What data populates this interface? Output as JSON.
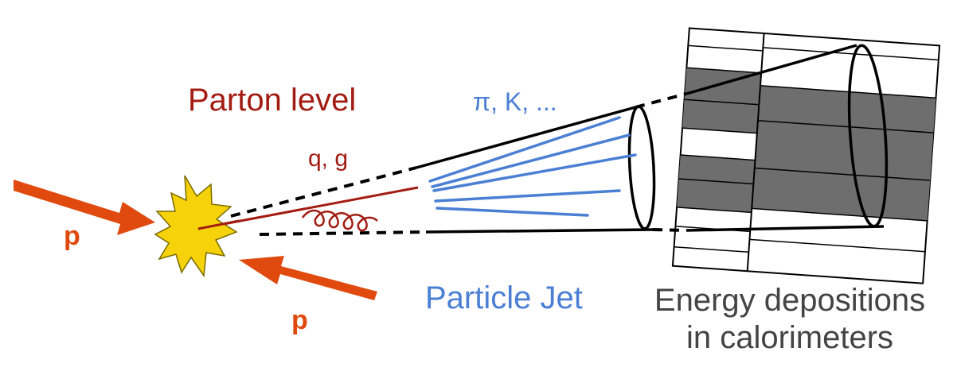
{
  "labels": {
    "parton_level": "Parton level",
    "quark_gluon": "q, g",
    "hadrons": "π, K, ...",
    "proton_left": "p",
    "proton_right": "p",
    "particle_jet": "Particle Jet",
    "energy_line1": "Energy depositions",
    "energy_line2": "in calorimeters"
  },
  "colors": {
    "parton": "#a31c12",
    "particle": "#4a7fd4",
    "proton_arrow": "#e04a0f",
    "collision_fill": "#f5d20a",
    "calorimeter_text": "#444444",
    "calorimeter_hit": "#6e6e6e",
    "outline": "#000000"
  },
  "icons": {
    "collision": "starburst-icon",
    "proton_beam": "arrow-icon",
    "gluon": "coil-icon"
  }
}
